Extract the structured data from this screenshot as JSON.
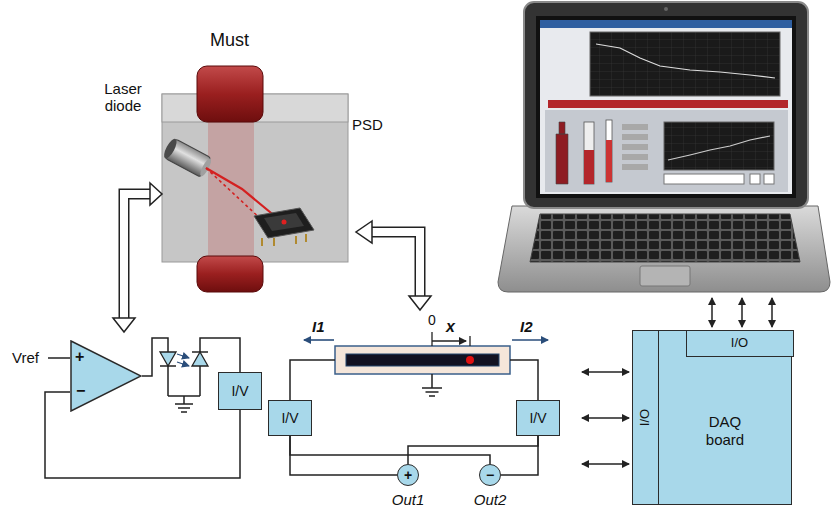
{
  "diagram": {
    "nodes": [
      {
        "text": [
          "+",
          "−"
        ]
      },
      {
        "text": [
          "I/V"
        ]
      },
      {
        "text": [
          "I/V"
        ]
      },
      {
        "text": [
          "I/V"
        ]
      },
      {
        "text": [
          "+",
          "Out1"
        ]
      },
      {
        "text": [
          "−",
          "Out2"
        ]
      },
      {
        "text": [
          "DAQ board"
        ]
      },
      {
        "text": [
          "I/O"
        ],
        "in": 6
      },
      {
        "text": [
          "I/O"
        ],
        "in": 6
      }
    ],
    "edges": [
      {
        "from": 1,
        "to": 0,
        "arrow": "none"
      },
      {
        "from": 2,
        "to": 4,
        "arrow": "none"
      },
      {
        "from": 2,
        "to": 5,
        "arrow": "none"
      },
      {
        "from": 3,
        "to": 4,
        "arrow": "none"
      },
      {
        "from": 3,
        "to": 5,
        "arrow": "none"
      }
    ],
    "labels": [
      "Must",
      "Laser diode",
      "PSD",
      "Vref",
      "0",
      "x",
      "I1",
      "I2"
    ]
  }
}
